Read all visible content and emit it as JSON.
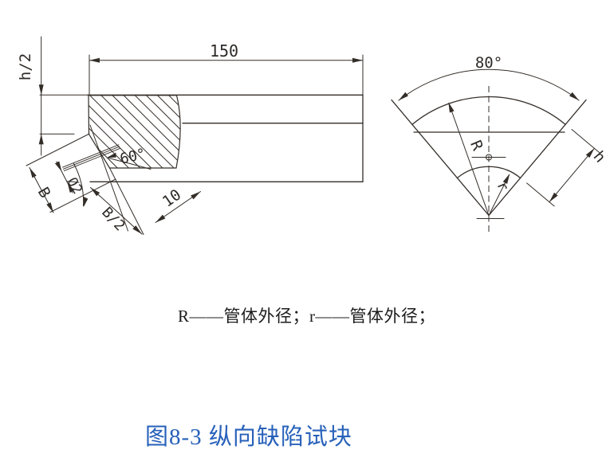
{
  "figure": {
    "legend": "R——管体外径；r——管体外径；",
    "caption": "图8-3 纵向缺陷试块",
    "caption_color": "#2761ba",
    "ink_color": "#332d28"
  },
  "left_view": {
    "dim_length": "150",
    "dim_half_height": "h/2",
    "dim_angle": "60°",
    "dim_slot_diameter": "Ø2",
    "dim_width": "B",
    "dim_half_width": "B/2",
    "dim_offset": "10"
  },
  "right_view": {
    "dim_arc_angle": "80°",
    "dim_outer_radius": "R",
    "dim_inner_radius": "r",
    "dim_wall_thickness": "h"
  }
}
